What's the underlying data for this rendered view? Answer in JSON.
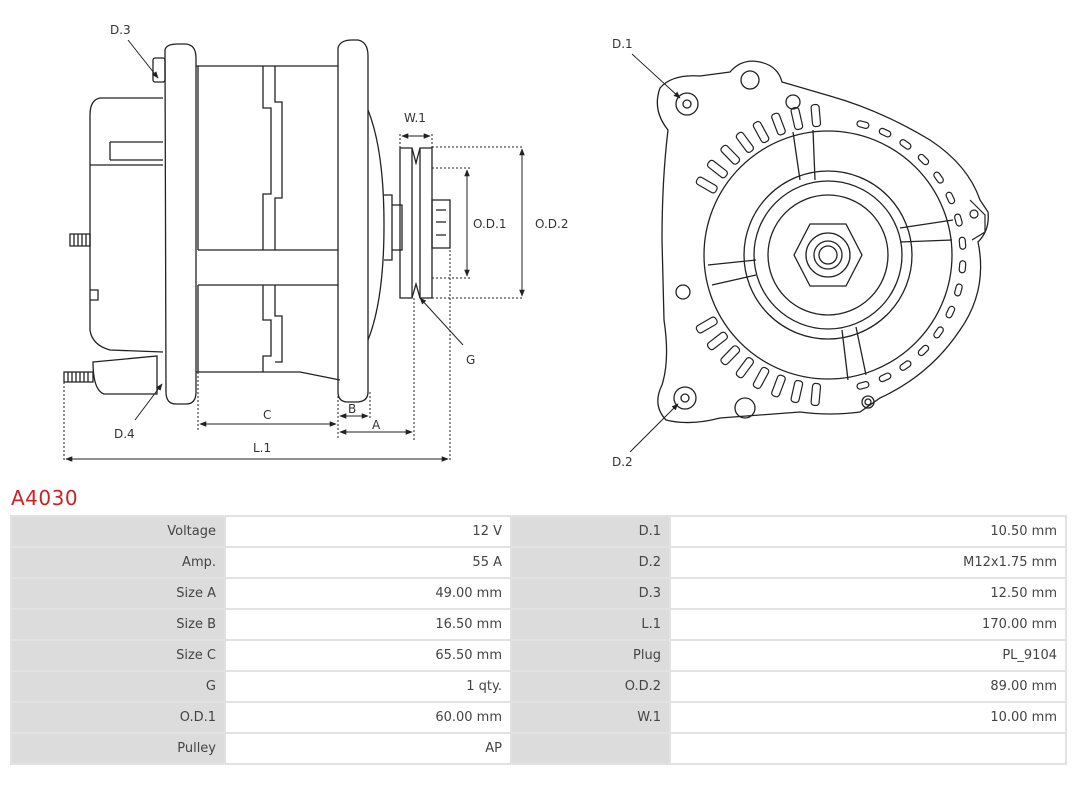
{
  "part_number": "A4030",
  "drawing": {
    "side_view_labels": {
      "d3": "D.3",
      "d4": "D.4",
      "w1": "W.1",
      "od1": "O.D.1",
      "od2": "O.D.2",
      "g": "G",
      "c": "C",
      "b": "B",
      "a": "A",
      "l1": "L.1"
    },
    "front_view_labels": {
      "d1": "D.1",
      "d2": "D.2"
    }
  },
  "specs": [
    {
      "label": "Voltage",
      "value": "12 V",
      "label2": "D.1",
      "value2": "10.50 mm"
    },
    {
      "label": "Amp.",
      "value": "55 A",
      "label2": "D.2",
      "value2": "M12x1.75 mm"
    },
    {
      "label": "Size A",
      "value": "49.00 mm",
      "label2": "D.3",
      "value2": "12.50 mm"
    },
    {
      "label": "Size B",
      "value": "16.50 mm",
      "label2": "L.1",
      "value2": "170.00 mm"
    },
    {
      "label": "Size C",
      "value": "65.50 mm",
      "label2": "Plug",
      "value2": "PL_9104"
    },
    {
      "label": "G",
      "value": "1 qty.",
      "label2": "O.D.2",
      "value2": "89.00 mm"
    },
    {
      "label": "O.D.1",
      "value": "60.00 mm",
      "label2": "W.1",
      "value2": "10.00 mm"
    },
    {
      "label": "Pulley",
      "value": "AP",
      "label2": "",
      "value2": ""
    }
  ]
}
